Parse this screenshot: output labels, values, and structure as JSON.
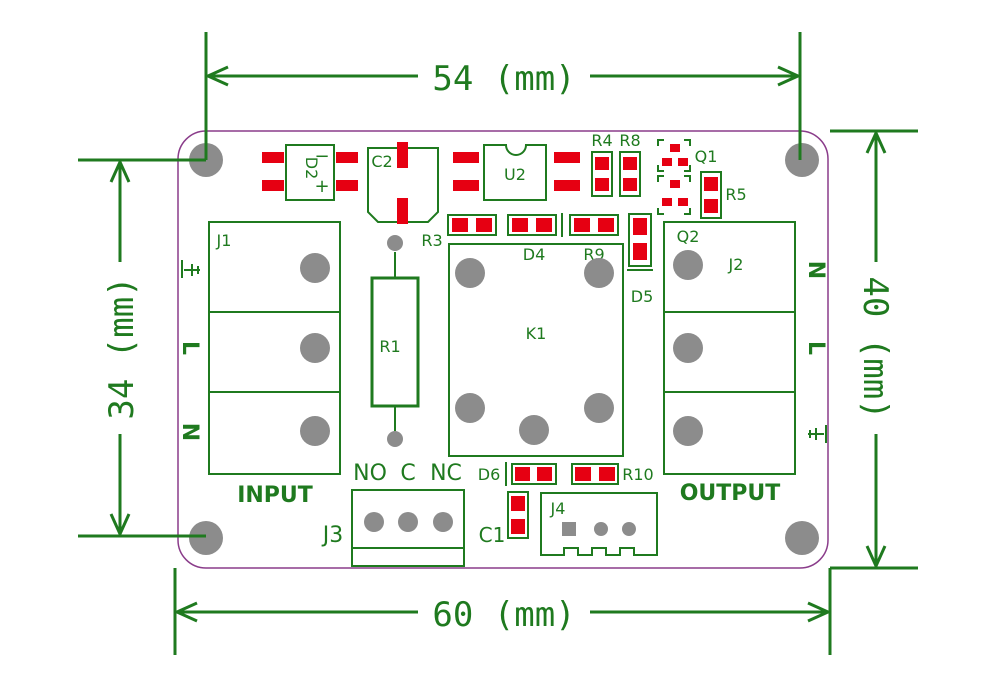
{
  "dimensions": {
    "top": "54 (mm)",
    "bottom": "60 (mm)",
    "left": "34 (mm)",
    "right": "40 (mm)"
  },
  "components": {
    "d2": "D2",
    "c2": "C2",
    "u2": "U2",
    "r4": "R4",
    "r8": "R8",
    "q1": "Q1",
    "r5": "R5",
    "r3": "R3",
    "d4": "D4",
    "r9": "R9",
    "d5": "D5",
    "q2": "Q2",
    "j1": "J1",
    "j2": "J2",
    "r1": "R1",
    "k1": "K1",
    "d6": "D6",
    "r10": "R10",
    "c1": "C1",
    "j4": "J4",
    "j3": "J3"
  },
  "terminals": {
    "no": "NO",
    "c": "C",
    "nc": "NC",
    "input": "INPUT",
    "output": "OUTPUT",
    "input_l": "L",
    "input_n": "N",
    "output_n": "N",
    "output_l": "L"
  },
  "polarity": {
    "minus": "−",
    "plus": "+"
  }
}
